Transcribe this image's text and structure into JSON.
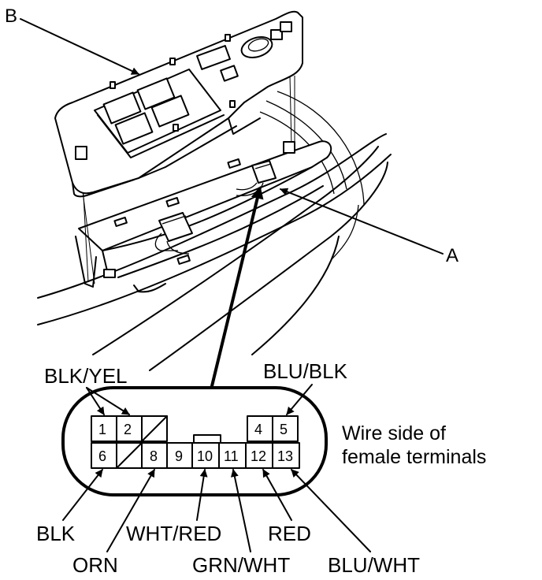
{
  "callouts": {
    "b": "B",
    "a": "A"
  },
  "wires": {
    "blk_yel": "BLK/YEL",
    "blu_blk": "BLU/BLK",
    "blk": "BLK",
    "orn": "ORN",
    "wht_red": "WHT/RED",
    "grn_wht": "GRN/WHT",
    "red": "RED",
    "blu_wht": "BLU/WHT"
  },
  "connector": {
    "note_line1": "Wire side of",
    "note_line2": "female terminals",
    "pins": {
      "p1": "1",
      "p2": "2",
      "p4": "4",
      "p5": "5",
      "p6": "6",
      "p8": "8",
      "p9": "9",
      "p10": "10",
      "p11": "11",
      "p12": "12",
      "p13": "13"
    }
  }
}
